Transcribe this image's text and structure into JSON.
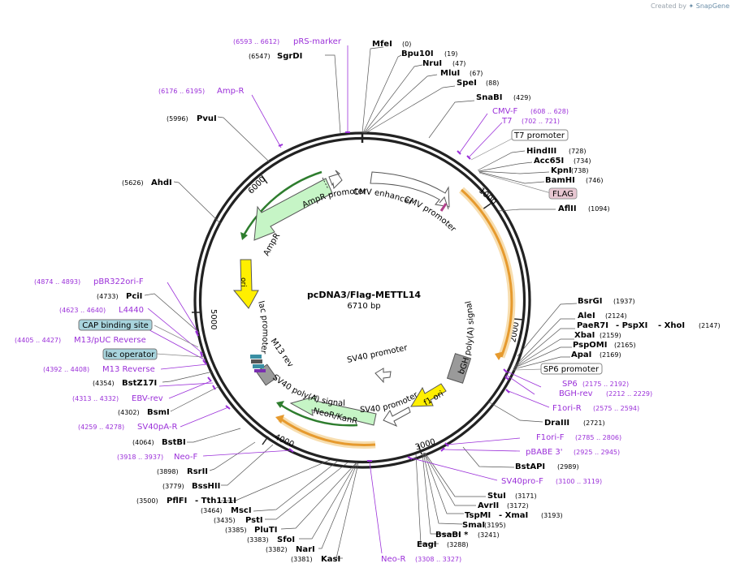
{
  "branding": {
    "created_by": "Created by",
    "product": "SnapGene"
  },
  "plasmid": {
    "name": "pcDNA3/Flag-METTL14",
    "size_label": "6710 bp",
    "length": 6710
  },
  "ticks": [
    "1000",
    "2000",
    "3000",
    "4000",
    "5000",
    "6000"
  ],
  "features": [
    {
      "label": "AmpR promoter"
    },
    {
      "label": "AmpR"
    },
    {
      "label": "CMV enhancer"
    },
    {
      "label": "CMV promoter"
    },
    {
      "label": "ori"
    },
    {
      "label": "lac promoter"
    },
    {
      "label": "M13 rev"
    },
    {
      "label": "SV40 poly(A) signal"
    },
    {
      "label": "NeoR/KanR"
    },
    {
      "label": "SV40 promoter"
    },
    {
      "label": "SV40 promoter"
    },
    {
      "label": "f1 ori"
    },
    {
      "label": "bGH poly(A) signal"
    }
  ],
  "boxed_labels": [
    {
      "text": "T7 promoter"
    },
    {
      "text": "FLAG"
    },
    {
      "text": "SP6 promoter"
    },
    {
      "text": "CAP binding site"
    },
    {
      "text": "lac operator"
    }
  ],
  "sites_right": [
    {
      "name": "MfeI",
      "pos": "(0)"
    },
    {
      "name": "Bpu10I",
      "pos": "(19)"
    },
    {
      "name": "NruI",
      "pos": "(47)"
    },
    {
      "name": "MluI",
      "pos": "(67)"
    },
    {
      "name": "SpeI",
      "pos": "(88)"
    },
    {
      "name": "SnaBI",
      "pos": "(429)"
    },
    {
      "name": "HindIII",
      "pos": "(728)"
    },
    {
      "name": "Acc65I",
      "pos": "(734)"
    },
    {
      "name": "KpnI",
      "pos": "(738)"
    },
    {
      "name": "BamHI",
      "pos": "(746)"
    },
    {
      "name": "AflII",
      "pos": "(1094)"
    },
    {
      "name": "BsrGI",
      "pos": "(1937)"
    },
    {
      "name": "AleI",
      "pos": "(2124)"
    },
    {
      "name": "PaeR7I",
      "pos": ""
    },
    {
      "name": "- PspXI",
      "pos": ""
    },
    {
      "name": "- XhoI",
      "pos": "(2147)"
    },
    {
      "name": "XbaI",
      "pos": "(2159)"
    },
    {
      "name": "PspOMI",
      "pos": "(2165)"
    },
    {
      "name": "ApaI",
      "pos": "(2169)"
    },
    {
      "name": "DraIII",
      "pos": "(2721)"
    },
    {
      "name": "BstAPI",
      "pos": "(2989)"
    },
    {
      "name": "StuI",
      "pos": "(3171)"
    },
    {
      "name": "AvrII",
      "pos": "(3172)"
    },
    {
      "name": "TspMI",
      "pos": ""
    },
    {
      "name": "- XmaI",
      "pos": "(3193)"
    },
    {
      "name": "SmaI",
      "pos": "(3195)"
    },
    {
      "name": "BsaBI *",
      "pos": "(3241)"
    },
    {
      "name": "EagI",
      "pos": "(3288)"
    }
  ],
  "sites_left": [
    {
      "name": "SgrDI",
      "pos": "(6547)"
    },
    {
      "name": "PvuI",
      "pos": "(5996)"
    },
    {
      "name": "AhdI",
      "pos": "(5626)"
    },
    {
      "name": "PciI",
      "pos": "(4733)"
    },
    {
      "name": "BstZ17I",
      "pos": "(4354)"
    },
    {
      "name": "BsmI",
      "pos": "(4302)"
    },
    {
      "name": "BstBI",
      "pos": "(4064)"
    },
    {
      "name": "RsrII",
      "pos": "(3898)"
    },
    {
      "name": "BssHII",
      "pos": "(3779)"
    },
    {
      "name": "PflFI",
      "pos": "(3500)"
    },
    {
      "name": "- Tth111I",
      "pos": ""
    },
    {
      "name": "MscI",
      "pos": "(3464)"
    },
    {
      "name": "PstI",
      "pos": "(3435)"
    },
    {
      "name": "PluTI",
      "pos": "(3385)"
    },
    {
      "name": "SfoI",
      "pos": "(3383)"
    },
    {
      "name": "NarI",
      "pos": "(3382)"
    },
    {
      "name": "KasI",
      "pos": "(3381)"
    }
  ],
  "primers": [
    {
      "name": "pRS-marker",
      "range": "(6593 .. 6612)"
    },
    {
      "name": "Amp-R",
      "range": "(6176 .. 6195)"
    },
    {
      "name": "CMV-F",
      "range": "(608 .. 628)"
    },
    {
      "name": "T7",
      "range": "(702 .. 721)"
    },
    {
      "name": "pBR322ori-F",
      "range": "(4874 .. 4893)"
    },
    {
      "name": "L4440",
      "range": "(4623 .. 4640)"
    },
    {
      "name": "M13/pUC Reverse",
      "range": "(4405 .. 4427)"
    },
    {
      "name": "M13 Reverse",
      "range": "(4392 .. 4408)"
    },
    {
      "name": "EBV-rev",
      "range": "(4313 .. 4332)"
    },
    {
      "name": "SV40pA-R",
      "range": "(4259 .. 4278)"
    },
    {
      "name": "Neo-F",
      "range": "(3918 .. 3937)"
    },
    {
      "name": "SP6",
      "range": "(2175 .. 2192)"
    },
    {
      "name": "BGH-rev",
      "range": "(2212 .. 2229)"
    },
    {
      "name": "F1ori-R",
      "range": "(2575 .. 2594)"
    },
    {
      "name": "F1ori-F",
      "range": "(2785 .. 2806)"
    },
    {
      "name": "pBABE 3'",
      "range": "(2925 .. 2945)"
    },
    {
      "name": "SV40pro-F",
      "range": "(3100 .. 3119)"
    },
    {
      "name": "Neo-R",
      "range": "(3308 .. 3327)"
    }
  ],
  "colors": {
    "backbone": "#222222",
    "primer": "#9b30d9",
    "gene_green": "#c6f5c6",
    "gene_green_edge": "#2e7d2e",
    "ori_yellow": "#ffef00",
    "insert_orange": "#e69a2e",
    "insert_glow": "#f7deb0",
    "grey_feature": "#9a9a9a",
    "flag_box": "#e8c7d2",
    "blue_box": "#a8d4dd"
  }
}
